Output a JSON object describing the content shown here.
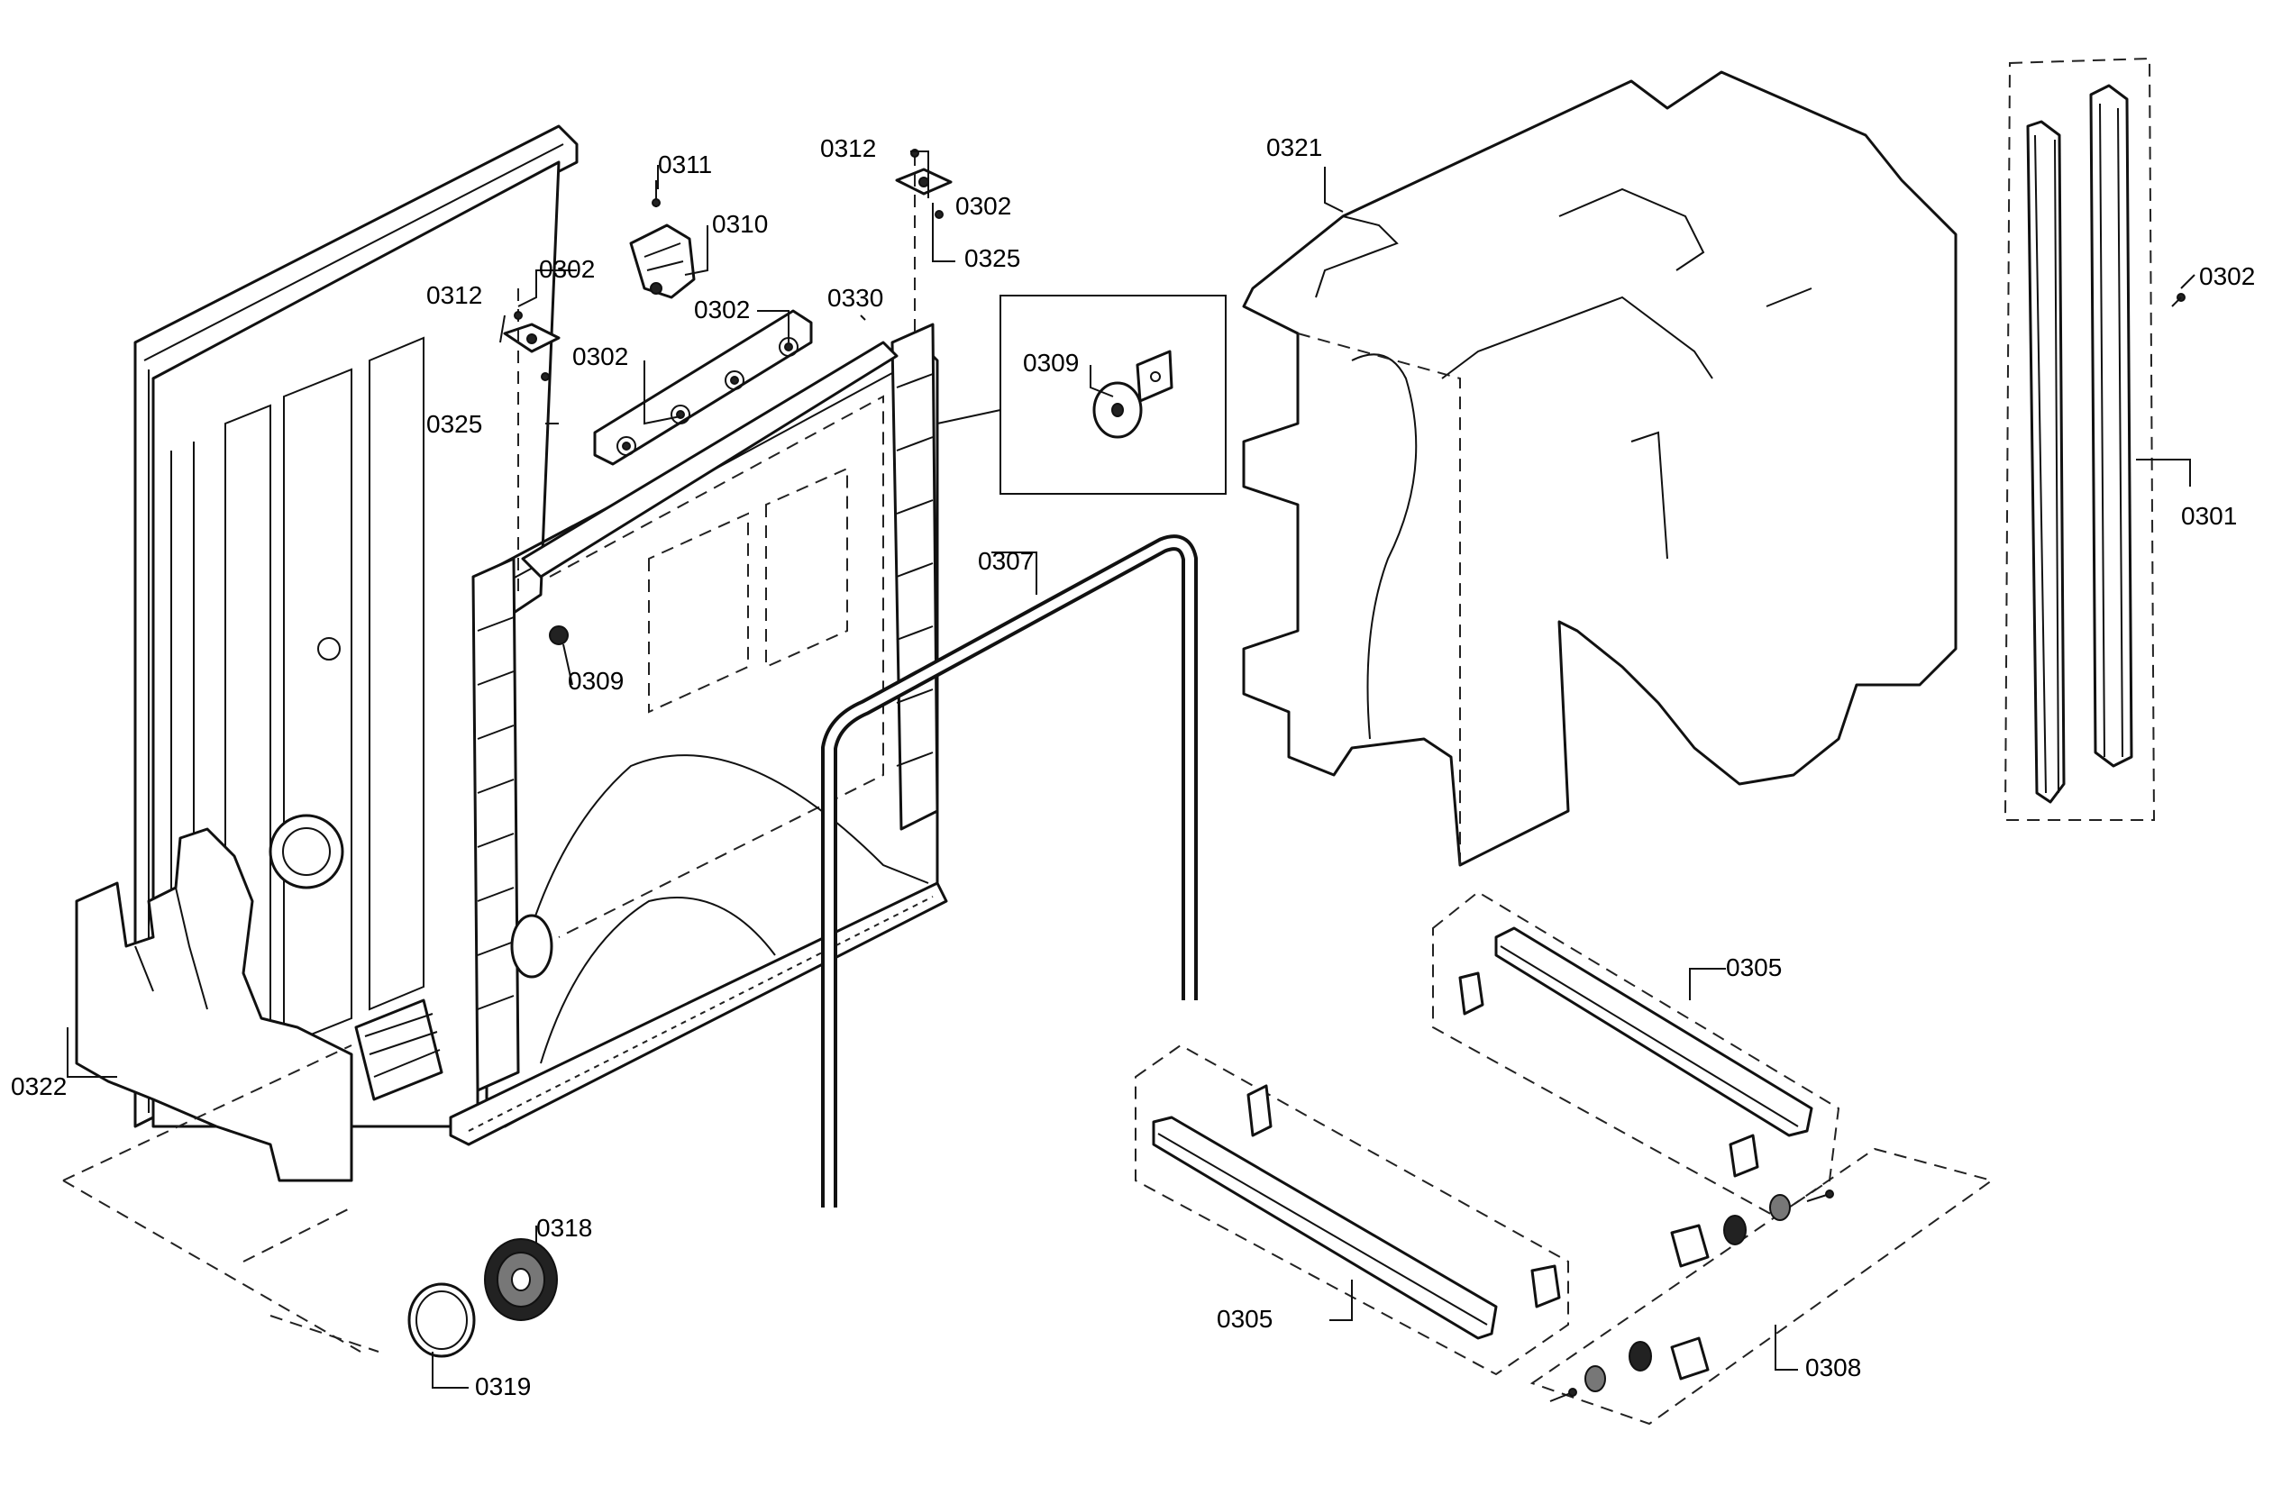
{
  "diagram": {
    "callouts": {
      "c0301": "0301",
      "c0302_top": "0302",
      "c0302_left": "0302",
      "c0302_mid_a": "0302",
      "c0302_mid_b": "0302",
      "c0302_right": "0302",
      "c0305_upper": "0305",
      "c0305_lower": "0305",
      "c0307": "0307",
      "c0308": "0308",
      "c0309_inset": "0309",
      "c0309_tub": "0309",
      "c0310": "0310",
      "c0311": "0311",
      "c0312_left": "0312",
      "c0312_right": "0312",
      "c0318": "0318",
      "c0319": "0319",
      "c0321": "0321",
      "c0322": "0322",
      "c0325_left": "0325",
      "c0325_right": "0325",
      "c0330": "0330"
    }
  }
}
